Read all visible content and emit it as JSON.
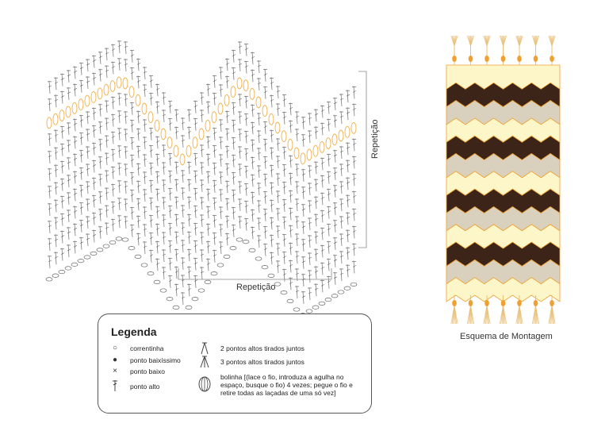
{
  "labels": {
    "repetition_bottom": "Repetição",
    "repetition_side": "Repetição",
    "assembly": "Esquema de Montagem"
  },
  "legend": {
    "title": "Legenda",
    "items_left": [
      {
        "symbol": "chain-icon",
        "label": "correntinha"
      },
      {
        "symbol": "slip-stitch-icon",
        "label": "ponto baixíssimo"
      },
      {
        "symbol": "single-crochet-icon",
        "label": "ponto baixo"
      },
      {
        "symbol": "double-crochet-icon",
        "label": "ponto alto"
      }
    ],
    "items_right": [
      {
        "symbol": "dc2tog-icon",
        "label": "2 pontos altos tirados juntos"
      },
      {
        "symbol": "dc3tog-icon",
        "label": "3 pontos altos tirados juntos"
      },
      {
        "symbol": "bobble-icon",
        "label": "bolinha [(lace o fio, introduza a agulha no espaço, busque o fio) 4 vezes; pegue o fio e retire todas as laçadas de uma só vez]"
      }
    ]
  },
  "colors": {
    "cream": "#fdf6c8",
    "tan": "#d9d0bd",
    "brown": "#3d2418",
    "orange": "#f0a030",
    "stitch": "#6a6a6a",
    "highlight": "#f2b04a"
  },
  "assembly_stripes": [
    "cream",
    "brown",
    "tan",
    "cream",
    "brown",
    "tan",
    "cream",
    "brown",
    "tan",
    "cream",
    "brown",
    "tan",
    "cream"
  ]
}
